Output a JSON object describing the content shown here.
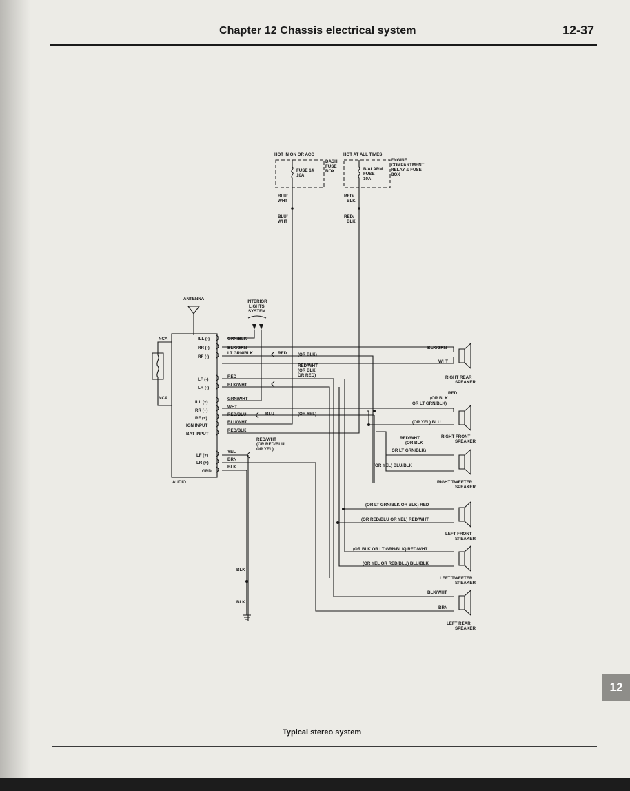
{
  "header": {
    "chapter_title": "Chapter 12  Chassis electrical system",
    "page_number": "12-37"
  },
  "chapter_tab": "12",
  "caption": "Typical stereo system",
  "fuses": {
    "left": {
      "heading": "HOT IN ON OR ACC",
      "box_label": [
        "DASH",
        "FUSE",
        "BOX"
      ],
      "fuse_label": [
        "FUSE 14",
        "10A"
      ],
      "wire_top": [
        "BLU/",
        "WHT"
      ],
      "wire_bottom": [
        "BLU/",
        "WHT"
      ]
    },
    "right": {
      "heading": "HOT AT ALL TIMES",
      "box_label": [
        "ENGINE",
        "COMPARTMENT",
        "RELAY & FUSE",
        "BOX"
      ],
      "fuse_label": [
        "B/ALARM",
        "FUSE",
        "10A"
      ],
      "wire_top": [
        "RED/",
        "BLK"
      ],
      "wire_bottom": [
        "RED/",
        "BLK"
      ]
    }
  },
  "antenna_label": "ANTENNA",
  "interior_lights": [
    "INTERIOR",
    "LIGHTS",
    "SYSTEM"
  ],
  "nca_top": "NCA",
  "nca_bottom": "NCA",
  "audio_label": "AUDIO",
  "audio_pins": [
    "ILL (-)",
    "RR (-)",
    "RF (-)",
    "LF (-)",
    "LR (-)",
    "ILL (+)",
    "RR (+)",
    "RF (+)",
    "IGN INPUT",
    "BAT INPUT",
    "LF (+)",
    "LR (+)",
    "GRD"
  ],
  "wires": {
    "grn_blk": "GRN/BLK",
    "blk_grn": "BLK/GRN",
    "lt_grn_blk": "LT GRN/BLK",
    "red_mid": "RED",
    "or_blk": "(OR BLK)",
    "red_wht_or_blk_or_red": [
      "RED/WHT",
      "(OR BLK",
      "OR RED)"
    ],
    "red": "RED",
    "blk_wht": "BLK/WHT",
    "grn_wht": "GRN/WHT",
    "wht": "WHT",
    "red_blu": "RED/BLU",
    "blu_mid": "BLU",
    "or_yel": "(OR YEL)",
    "blu_wht": "BLU/WHT",
    "red_blk": "RED/BLK",
    "red_wht_or_red_blu": [
      "RED/WHT",
      "(OR RED/BLU",
      "OR YEL)"
    ],
    "yel": "YEL",
    "brn": "BRN",
    "blk": "BLK",
    "ground_blk_1": "BLK",
    "ground_blk_2": "BLK"
  },
  "speakers": [
    {
      "top_label": "BLK/GRN",
      "bottom_label": "WHT",
      "name": [
        "RIGHT REAR",
        "SPEAKER"
      ]
    },
    {
      "top_label": [
        "RED",
        "(OR BLK",
        "OR LT GRN/BLK)"
      ],
      "bottom_label": "(OR YEL) BLU",
      "name": [
        "RIGHT FRONT",
        "SPEAKER"
      ]
    },
    {
      "top_label": [
        "RED/WHT",
        "(OR BLK",
        "OR LT GRN/BLK)"
      ],
      "bottom_label": "(OR YEL) BLU/BLK",
      "name": [
        "RIGHT TWEETER",
        "SPEAKER"
      ]
    },
    {
      "top_label": "(OR LT GRN/BLK OR BLK) RED",
      "bottom_label": "(OR RED/BLU OR YEL) RED/WHT",
      "name": [
        "LEFT FRONT",
        "SPEAKER"
      ]
    },
    {
      "top_label": "(OR BLK OR LT GRN/BLK) RED/WHT",
      "bottom_label": "(OR YEL OR RED/BLU) BLU/BLK",
      "name": [
        "LEFT TWEETER",
        "SPEAKER"
      ]
    },
    {
      "top_label": "BLK/WHT",
      "bottom_label": "BRN",
      "name": [
        "LEFT REAR",
        "SPEAKER"
      ]
    }
  ]
}
